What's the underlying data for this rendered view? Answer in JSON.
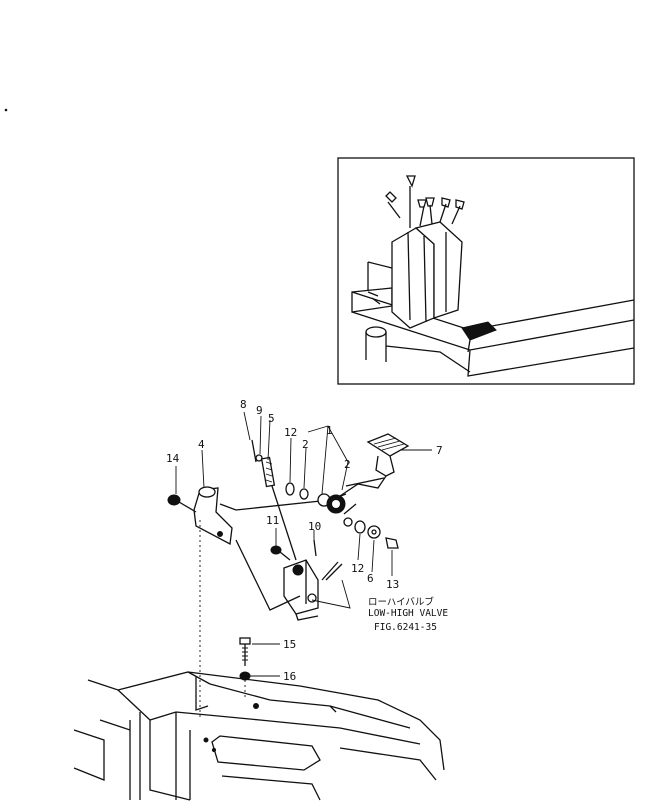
{
  "callouts": [
    {
      "id": "1",
      "label": "1"
    },
    {
      "id": "2a",
      "label": "2"
    },
    {
      "id": "2b",
      "label": "2"
    },
    {
      "id": "4",
      "label": "4"
    },
    {
      "id": "5",
      "label": "5"
    },
    {
      "id": "6",
      "label": "6"
    },
    {
      "id": "7",
      "label": "7"
    },
    {
      "id": "8",
      "label": "8"
    },
    {
      "id": "9",
      "label": "9"
    },
    {
      "id": "10",
      "label": "10"
    },
    {
      "id": "11",
      "label": "11"
    },
    {
      "id": "12a",
      "label": "12"
    },
    {
      "id": "12b",
      "label": "12"
    },
    {
      "id": "13",
      "label": "13"
    },
    {
      "id": "14",
      "label": "14"
    },
    {
      "id": "15",
      "label": "15"
    },
    {
      "id": "16",
      "label": "16"
    }
  ],
  "valve_label_jp": "ローハイバルブ",
  "valve_label_en": "LOW-HIGH VALVE",
  "figure_number": "FIG.6241-35"
}
